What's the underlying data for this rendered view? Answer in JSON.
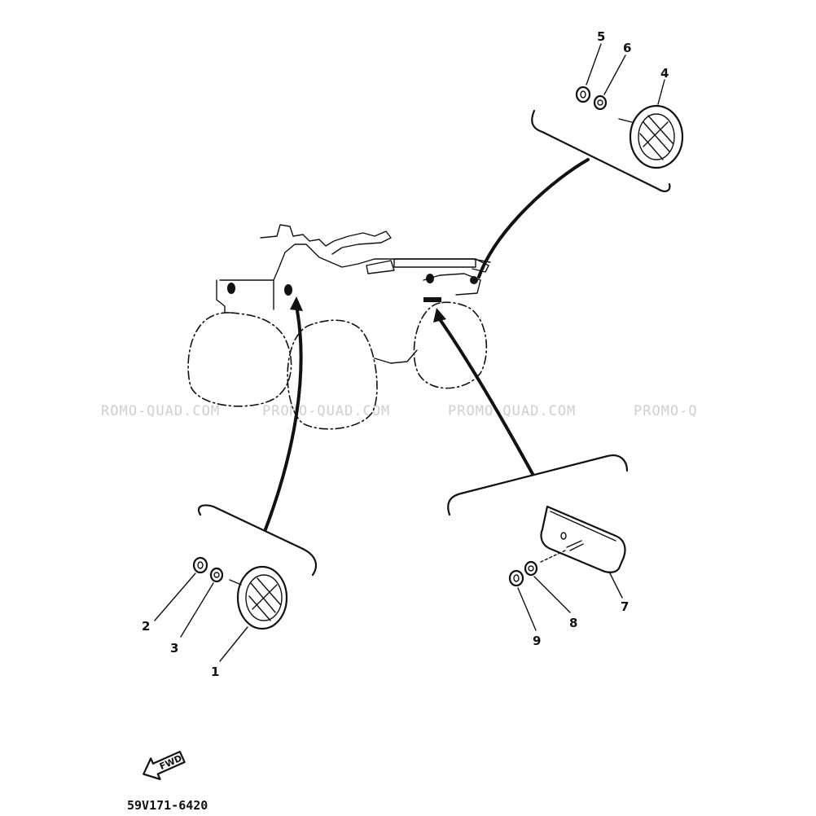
{
  "callouts": {
    "c1": "1",
    "c2": "2",
    "c3": "3",
    "c4": "4",
    "c5": "5",
    "c6": "6",
    "c7": "7",
    "c8": "8",
    "c9": "9"
  },
  "watermarks": {
    "w1": "ROMO-QUAD.COM",
    "w2": "PROMO-QUAD.COM",
    "w3": "PROMO-QUAD.COM",
    "w4": "PROMO-Q"
  },
  "fwd_label": "FWD",
  "part_code": "59V171-6420"
}
